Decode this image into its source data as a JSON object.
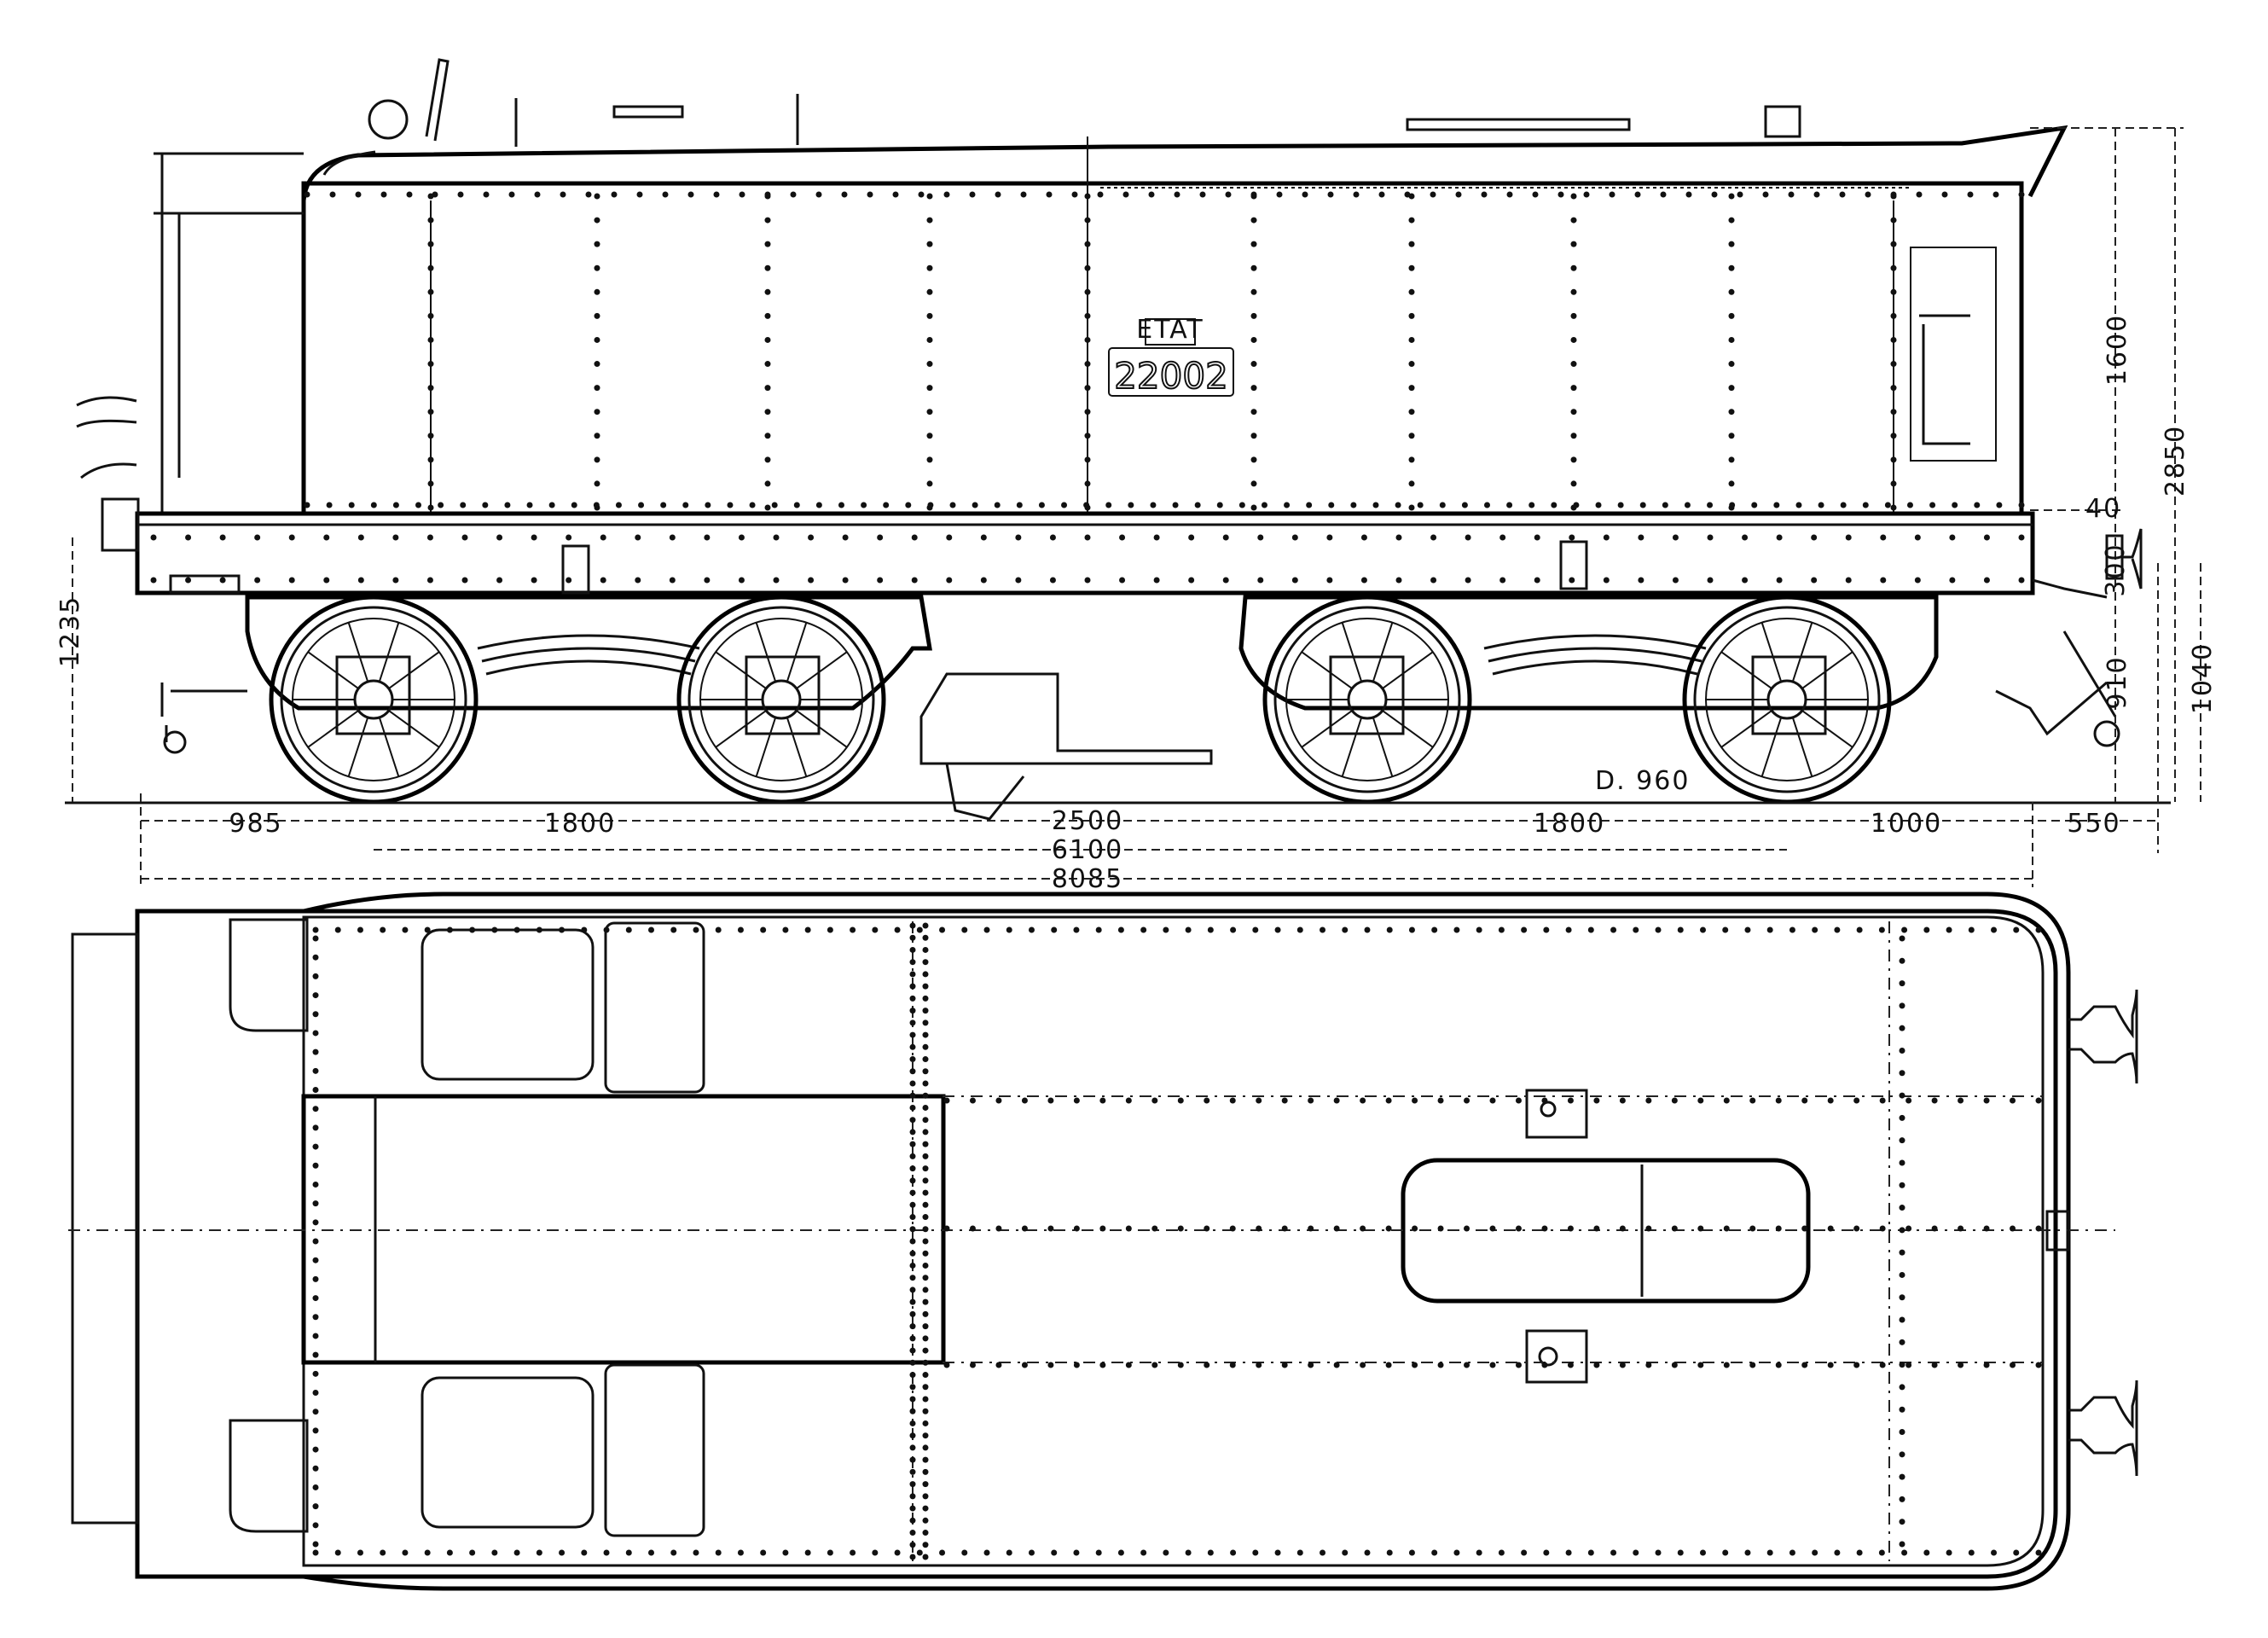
{
  "drawing": {
    "plate": {
      "header": "ETAT",
      "number": "22002"
    },
    "wheel_note": "D. 960",
    "horizontal_dimensions": {
      "front_overhang": "985",
      "wheelbase_1": "1800",
      "bogie_centres": "2500",
      "wheelbase_2": "1800",
      "rear_overhang": "1000",
      "buffer": "550",
      "total_wheelbase": "6100",
      "length_over_frame": "8085"
    },
    "vertical_dimensions": {
      "tank_height": "1600",
      "total_height": "2850",
      "frame_gap": "40",
      "buffer_beam": "300",
      "frame_height": "910",
      "buffer_height": "1040",
      "front_height": "1235"
    }
  }
}
